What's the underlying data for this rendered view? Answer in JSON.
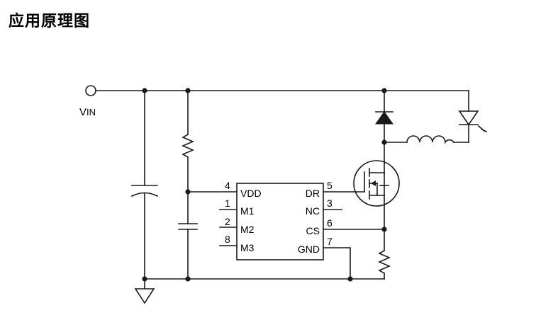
{
  "title": "应用原理图",
  "vin": {
    "main": "V",
    "sub": "IN"
  },
  "ic": {
    "left_pins": [
      {
        "num": "4",
        "name": "VDD"
      },
      {
        "num": "1",
        "name": "M1"
      },
      {
        "num": "2",
        "name": "M2"
      },
      {
        "num": "8",
        "name": "M3"
      }
    ],
    "right_pins": [
      {
        "num": "5",
        "name": "DR"
      },
      {
        "num": "3",
        "name": "NC"
      },
      {
        "num": "6",
        "name": "CS"
      },
      {
        "num": "7",
        "name": "GND"
      }
    ]
  },
  "colors": {
    "wire": "#1a1a1a",
    "background": "#ffffff"
  },
  "icons": [
    "terminal-circle",
    "resistor",
    "capacitor",
    "diode",
    "led",
    "inductor",
    "mosfet",
    "ground"
  ]
}
